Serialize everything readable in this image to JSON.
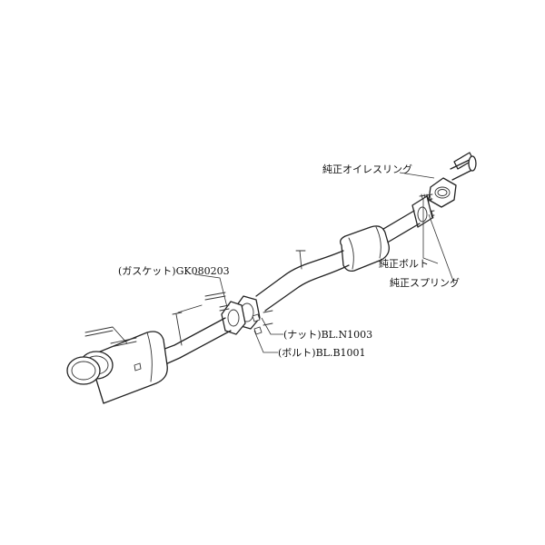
{
  "labels": {
    "oil_ring": "純正オイレスリング",
    "bolt_stock": "純正ボルト",
    "spring_stock": "純正スプリング",
    "gasket": "(ガスケット)GK080203",
    "nut": "(ナット)BL.N1003",
    "bolt": "(ボルト)BL.B1001"
  },
  "colors": {
    "line": "#222222",
    "background": "#ffffff"
  }
}
